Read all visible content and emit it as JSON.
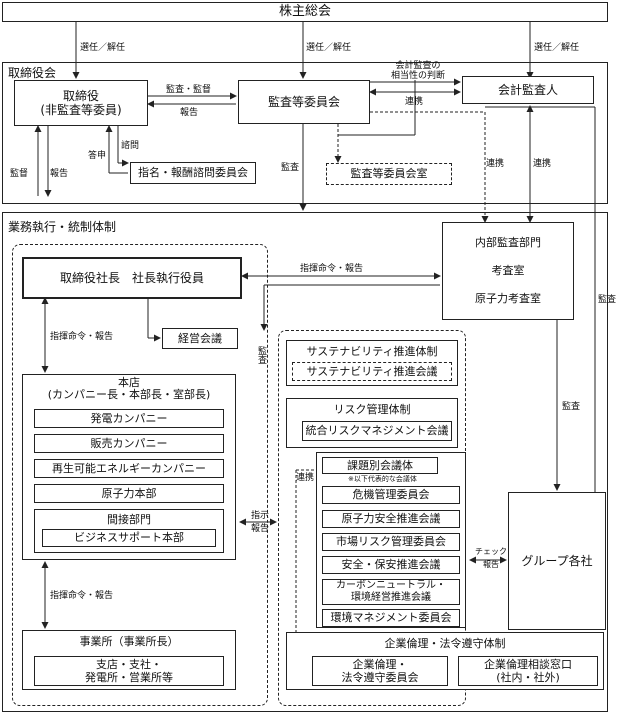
{
  "top": {
    "shareholders": "株主総会"
  },
  "board": {
    "section": "取締役会",
    "directors": "取締役",
    "directors_sub": "(非監査等委員)",
    "audit_committee": "監査等委員会",
    "accounting_auditor": "会計監査人",
    "audit_office": "監査等委員会室",
    "nomination": "指名・報酬諮問委員会"
  },
  "labels": {
    "elect1": "選任／解任",
    "elect2": "選任／解任",
    "elect3": "選任／解任",
    "audit_supervise": "監査・監督",
    "report1": "報告",
    "appropriateness1": "会計監査の",
    "appropriateness2": "相当性の判断",
    "cooperate1": "連携",
    "cooperate2": "連携",
    "cooperate3": "連携",
    "cooperate4": "連携",
    "answer": "答申",
    "consult": "諮問",
    "supervise": "監督",
    "report2": "報告",
    "audit1": "監査",
    "audit2": "監査",
    "audit3": "監査",
    "audit4": "監査",
    "command_report1": "指揮命令・報告",
    "command_report2": "指揮命令・報告",
    "command_report3": "指揮命令・報告",
    "instruct": "指示",
    "report3": "報告",
    "check": "チェック",
    "report4": "報告"
  },
  "exec": {
    "section": "業務執行・統制体制",
    "president": "取締役社長　社長執行役員",
    "management_meeting": "経営会議",
    "internal_audit_title": "内部監査部門",
    "internal_audit_1": "考査室",
    "internal_audit_2": "原子力考査室",
    "group": "グループ各社"
  },
  "headoffice": {
    "title": "本店",
    "sub": "(カンパニー長・本部長・室部長)",
    "items": [
      "発電カンパニー",
      "販売カンパニー",
      "再生可能エネルギーカンパニー",
      "原子力本部"
    ],
    "indirect": "間接部門",
    "business_support": "ビジネスサポート本部"
  },
  "branch": {
    "title": "事業所（事業所長）",
    "items_line1": "支店・支社・",
    "items_line2": "発電所・営業所等"
  },
  "sustain": {
    "system": "サステナビリティ推進体制",
    "council": "サステナビリティ推進会議"
  },
  "risk": {
    "system": "リスク管理体制",
    "council": "統合リスクマネジメント会議",
    "topic_title": "課題別会議体",
    "topic_note": "※以下代表的な会議体",
    "topics": [
      "危機管理委員会",
      "原子力安全推進会議",
      "市場リスク管理委員会",
      "安全・保安推進会議",
      "カーボンニュートラル・",
      "環境経営推進会議",
      "環境マネジメント委員会"
    ]
  },
  "ethics": {
    "system": "企業倫理・法令遵守体制",
    "committee_line1": "企業倫理・",
    "committee_line2": "法令遵守委員会",
    "hotline_line1": "企業倫理相談窓口",
    "hotline_line2": "(社内・社外)"
  }
}
